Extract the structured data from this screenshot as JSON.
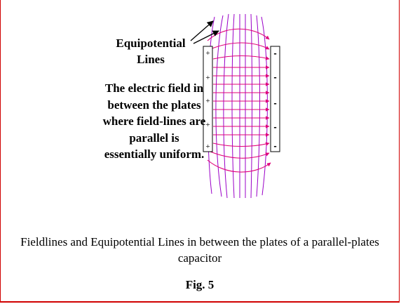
{
  "diagram": {
    "equipotential_label": "Equipotential Lines",
    "description": "The electric field in between the plates where field-lines are parallel is essentially uniform.",
    "positive_sign": "+",
    "negative_sign": "-",
    "colors": {
      "field_lines": "#e0007a",
      "equipotential_lines": "#9a00c8",
      "plates": "#000000",
      "frame": "#d00000"
    }
  },
  "caption": {
    "text": "Fieldlines and Equipotential Lines in between the plates of a parallel-plates capacitor",
    "figure_label": "Fig. 5"
  }
}
